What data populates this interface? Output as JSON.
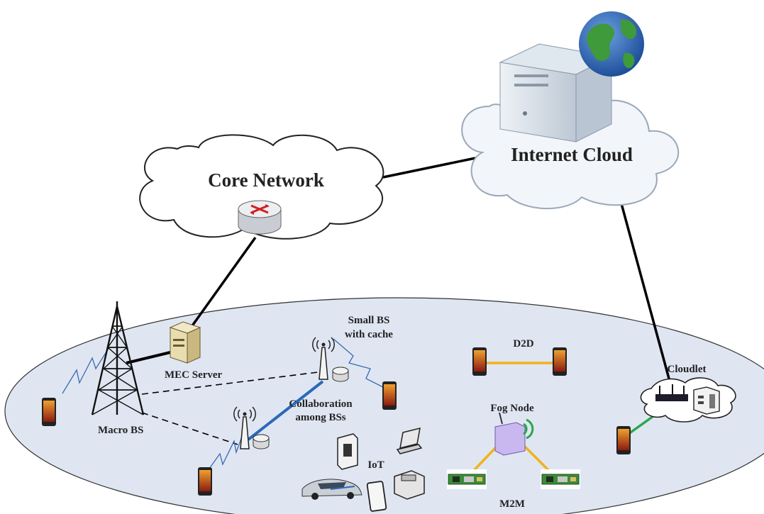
{
  "labels": {
    "core_network": "Core Network",
    "internet_cloud": "Internet Cloud",
    "mec_server": "MEC Server",
    "macro_bs": "Macro BS",
    "small_bs_line1": "Small  BS",
    "small_bs_line2": "with cache",
    "collab_line1": "Collaboration",
    "collab_line2": "among BSs",
    "d2d": "D2D",
    "fog_node": "Fog Node",
    "cloudlet": "Cloudlet",
    "iot": "IoT",
    "m2m": "M2M"
  },
  "colors": {
    "field_fill": "#dfe6f2",
    "bs_collaboration_link": "#2a6ab8",
    "d2d_link": "#f2b21b",
    "m2m_link": "#f2b21b",
    "cloudlet_link": "#2aa84a",
    "backhaul": "#000000"
  }
}
